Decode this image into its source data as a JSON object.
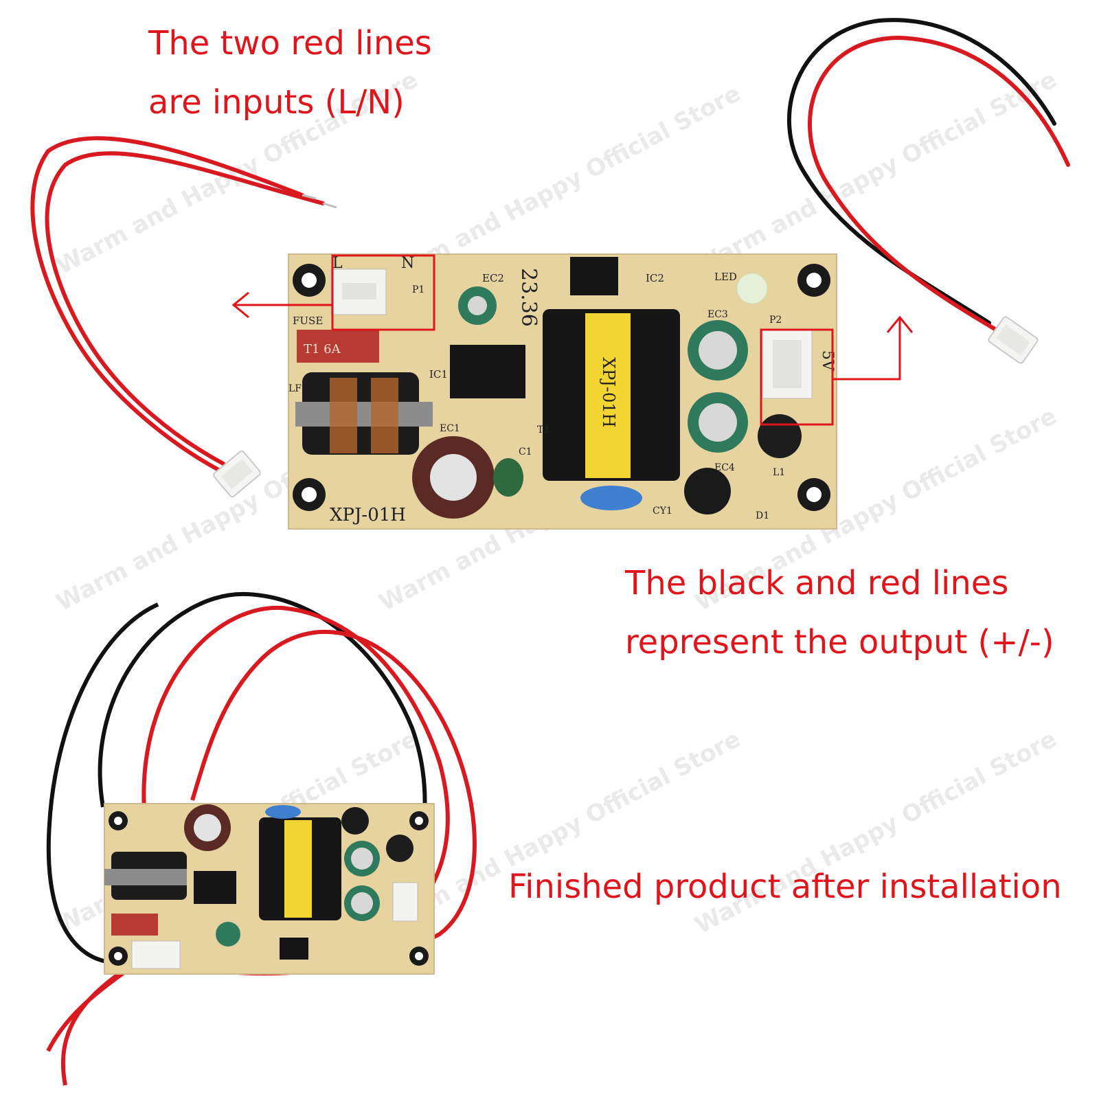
{
  "captions": {
    "inputs_line1": "The two red lines",
    "inputs_line2": "are inputs (L/N)",
    "output_line1": "The black and red lines",
    "output_line2": "represent the output (+/-)",
    "finished": "Finished product after installation"
  },
  "watermark": "Warm and Happy Official Store",
  "board": {
    "model": "XPJ-01H",
    "date_code": "23.36",
    "voltage": "5V",
    "fuse_text": "T1 6A",
    "fuse_label": "FUSE",
    "input_label_l": "L",
    "input_label_n": "N",
    "labels": [
      "EC2",
      "IC2",
      "LED",
      "EC3",
      "P2",
      "IC1",
      "EC1",
      "T1",
      "C1",
      "EC4",
      "L1",
      "CY1",
      "D1",
      "LF",
      "P1"
    ]
  },
  "colors": {
    "annotation_red": "#e0151c",
    "wire_red": "#d81920",
    "wire_black": "#111111",
    "pcb": "#e7d3a0"
  }
}
